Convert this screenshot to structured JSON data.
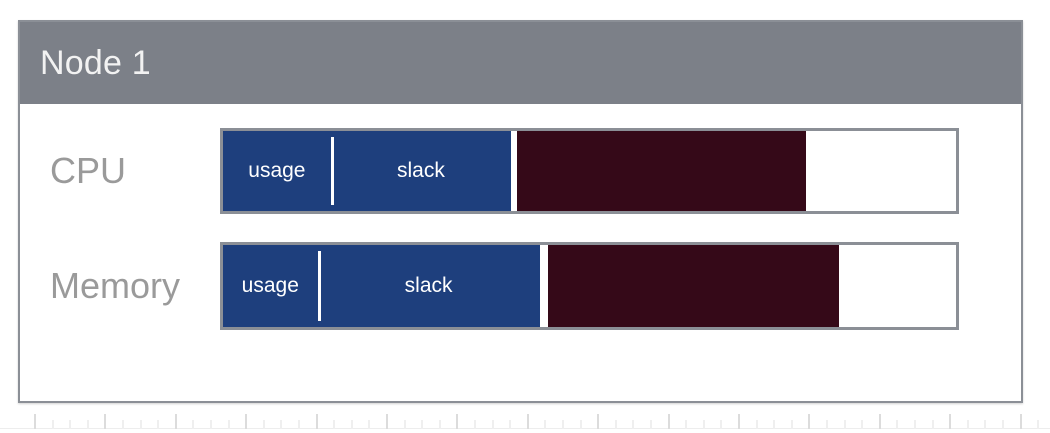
{
  "card": {
    "title": "Node 1",
    "header_color": "#7c8088",
    "border_color": "#8b8f96",
    "title_color": "#f2f2f2"
  },
  "colors": {
    "usage_blue": "#1e3f7d",
    "reserved_maroon": "#350918",
    "empty_white": "#ffffff",
    "label_gray": "#9a9a9a"
  },
  "metrics": [
    {
      "label": "CPU",
      "bar": {
        "usage_label": "usage",
        "slack_label": "slack",
        "usage_pct": 14.7,
        "slack_pct": 24.6,
        "blue_total_pct": 39.3,
        "gap_pct": 0.8,
        "maroon_pct": 39.5,
        "empty_pct": 20.4
      }
    },
    {
      "label": "Memory",
      "bar": {
        "usage_label": "usage",
        "slack_label": "slack",
        "usage_pct": 12.9,
        "slack_pct": 30.3,
        "blue_total_pct": 43.2,
        "gap_pct": 1.1,
        "maroon_pct": 39.8,
        "empty_pct": 15.9
      }
    }
  ],
  "ruler": {
    "tick_spacing_px": 17.6,
    "major_every": 4,
    "tick_count": 60
  }
}
